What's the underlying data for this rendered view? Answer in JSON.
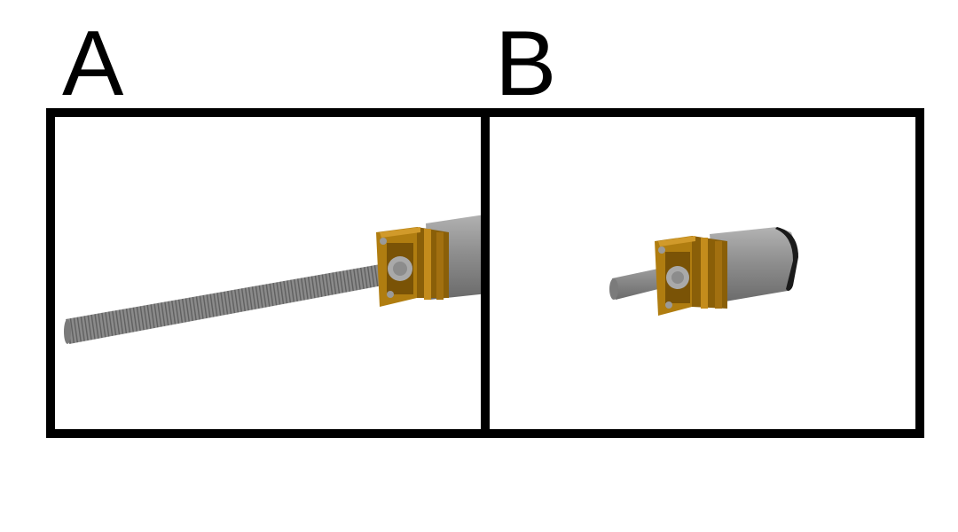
{
  "panels": [
    {
      "label": "A",
      "view": "motor-with-long-threaded-lead-screw"
    },
    {
      "label": "B",
      "view": "motor-with-short-smooth-shaft"
    }
  ],
  "colors": {
    "frame": "#000000",
    "motor_body": "#8c8c8c",
    "motor_body_light": "#a6a6a6",
    "motor_body_dark": "#6f6f6f",
    "gearbox_bracket": "#b07d10",
    "gearbox_bracket_dark": "#7a5306",
    "gearbox_bracket_light": "#d19a2a",
    "shaft": "#8a8a8a",
    "end_cap": "#1a1a1a"
  },
  "icons": [
    "lead-screw-icon",
    "gearbox-icon",
    "motor-can-icon",
    "smooth-shaft-icon"
  ]
}
